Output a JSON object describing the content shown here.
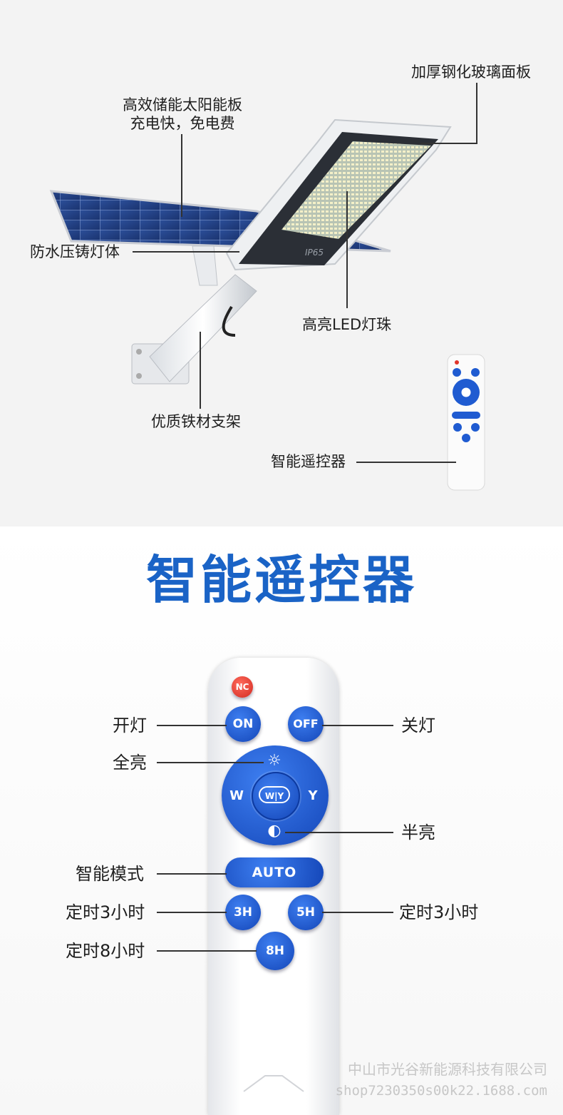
{
  "labels": {
    "glass_panel": "加厚钢化玻璃面板",
    "solar_panel_line1": "高效储能太阳能板",
    "solar_panel_line2": "充电快，免电费",
    "waterproof_body": "防水压铸灯体",
    "led_beads": "高亮LED灯珠",
    "bracket": "优质铁材支架",
    "remote": "智能遥控器",
    "ip_rating": "IP65"
  },
  "remote_section": {
    "title": "智能遥控器",
    "callouts": {
      "on": "开灯",
      "off": "关灯",
      "full": "全亮",
      "half": "半亮",
      "auto": "智能模式",
      "timer3_left": "定时3小时",
      "timer3_right": "定时3小时",
      "timer8": "定时8小时"
    },
    "buttons": {
      "nc": "NC",
      "on": "ON",
      "off": "OFF",
      "w": "W",
      "y": "Y",
      "center": "W|Y",
      "auto": "AUTO",
      "h3": "3H",
      "h5": "5H",
      "h8": "8H"
    }
  },
  "watermark": {
    "company": "中山市光谷新能源科技有限公司",
    "shop": "shop7230350s00k22.1688.com"
  },
  "colors": {
    "title_blue": "#1a63c6",
    "button_blue": "#1f5bd1",
    "nc_red": "#e0352b"
  }
}
